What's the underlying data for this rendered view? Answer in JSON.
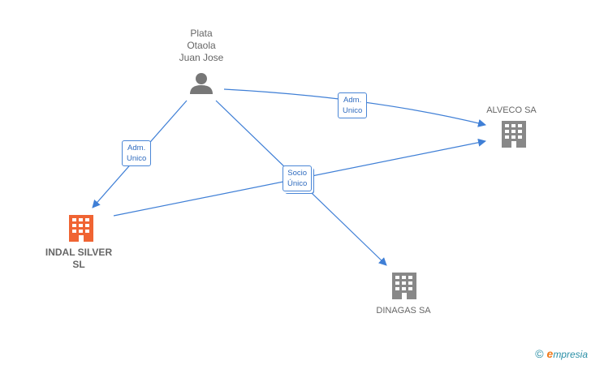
{
  "nodes": {
    "person": {
      "lines": [
        "Plata",
        "Otaola",
        "Juan Jose"
      ],
      "icon": "person-icon"
    },
    "alveco": {
      "label": "ALVECO SA",
      "icon": "building-icon"
    },
    "indal": {
      "lines": [
        "INDAL SILVER",
        "SL"
      ],
      "icon": "building-icon"
    },
    "dinagas": {
      "label": "DINAGAS SA",
      "icon": "building-icon"
    }
  },
  "edges": {
    "adm_alveco": [
      "Adm.",
      "Unico"
    ],
    "adm_indal": [
      "Adm.",
      "Unico"
    ],
    "socio": [
      "Socio",
      "Único"
    ]
  },
  "colors": {
    "edge": "#3f7fd6",
    "building": "#888888",
    "main_building": "#f06433",
    "person": "#777777"
  },
  "footer": {
    "copyright": "©",
    "brand_first": "e",
    "brand_rest": "mpresia"
  }
}
